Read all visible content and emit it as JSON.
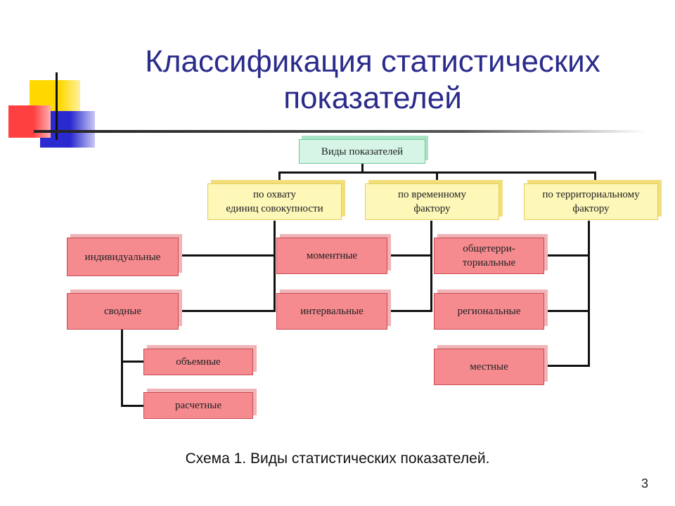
{
  "slide": {
    "title_line1": "Классификация статистических",
    "title_line2": "показателей",
    "caption": "Схема 1. Виды статистических показателей.",
    "page_number": "3"
  },
  "diagram": {
    "root": "Виды показателей",
    "categories": [
      {
        "label": "по охвату единиц совокупности",
        "children": [
          {
            "label": "индивидуальные"
          },
          {
            "label": "сводные",
            "children": [
              "объемные",
              "расчетные"
            ]
          }
        ]
      },
      {
        "label": "по временному фактору",
        "children": [
          {
            "label": "моментные"
          },
          {
            "label": "интервальные"
          }
        ]
      },
      {
        "label": "по территориальному фактору",
        "children": [
          {
            "label": "общетерри-ториальные"
          },
          {
            "label": "региональные"
          },
          {
            "label": "местные"
          }
        ]
      }
    ]
  },
  "labels": {
    "root": "Виды показателей",
    "cat1": "по охвату\nединиц совокупности",
    "cat2": "по временному\nфактору",
    "cat3": "по территориальному\nфактору",
    "individual": "индивидуальные",
    "summary": "сводные",
    "volume": "объемные",
    "calculated": "расчетные",
    "moment": "моментные",
    "interval": "интервальные",
    "general_territorial": "общетерри-\nториальные",
    "regional": "региональные",
    "local": "местные"
  },
  "colors": {
    "title": "#2b2b8c",
    "root_fill": "#d6f5e6",
    "category_fill": "#fdf7b8",
    "leaf_fill": "#f58a8f",
    "deco_yellow": "#ffd800",
    "deco_red": "#ff2a2a",
    "deco_blue": "#2a2ad0"
  }
}
